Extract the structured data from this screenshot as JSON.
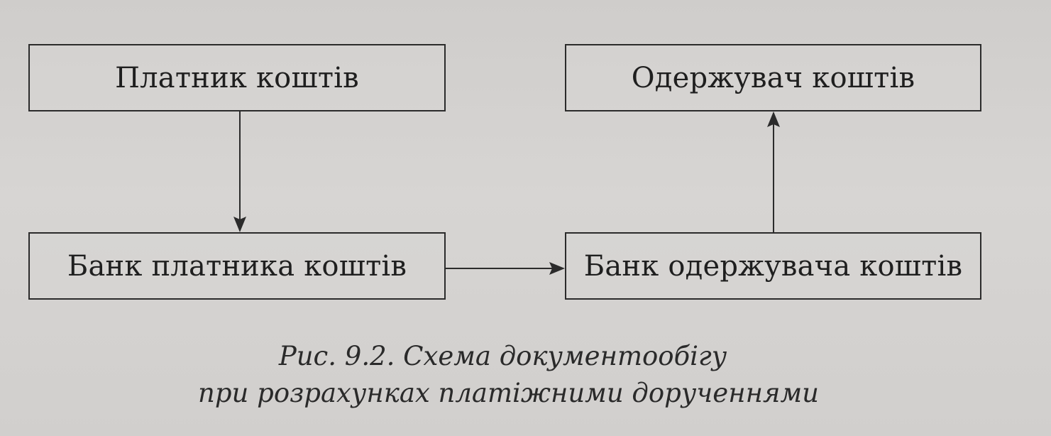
{
  "diagram": {
    "nodes": {
      "payer": "Платник коштів",
      "recipient": "Одержувач коштів",
      "payer_bank": "Банк платника коштів",
      "recipient_bank": "Банк одержувача коштів"
    },
    "edges": [
      {
        "from": "payer",
        "to": "payer_bank"
      },
      {
        "from": "payer_bank",
        "to": "recipient_bank"
      },
      {
        "from": "recipient_bank",
        "to": "recipient"
      }
    ],
    "caption": {
      "line1": "Рис. 9.2. Схема документообігу",
      "line2": "при розрахунках платіжними дорученнями"
    },
    "colors": {
      "line": "#2b2b2b",
      "background": "#d3d1cf"
    }
  }
}
